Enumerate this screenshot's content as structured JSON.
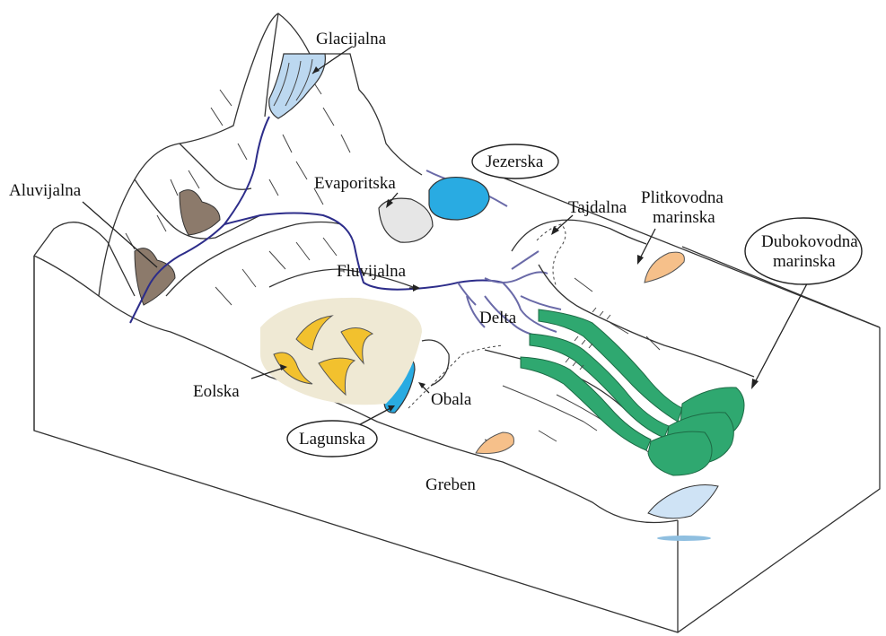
{
  "labels": {
    "glacijalna": "Glacijalna",
    "jezerska": "Jezerska",
    "evaporitska": "Evaporitska",
    "aluvijalna": "Aluvijalna",
    "tajdalna": "Tajdalna",
    "plitkovodna_line1": "Plitkovodna",
    "plitkovodna_line2": "marinska",
    "dubokovodna_line1": "Dubokovodna",
    "dubokovodna_line2": "marinska",
    "fluvijalna": "Fluvijalna",
    "delta": "Delta",
    "eolska": "Eolska",
    "obala": "Obala",
    "lagunska": "Lagunska",
    "greben": "Greben"
  },
  "colors": {
    "outline": "#333333",
    "river": "#2d2d8a",
    "glacier": "#bcd8f0",
    "lake": "#29abe2",
    "alluvial_fan": "#8c7a6b",
    "dune_field": "#efe9d4",
    "dune": "#f2c12e",
    "submarine_fan": "#2fa870",
    "shelf_reef": "#f6c08a",
    "evaporite": "#e6e6e6"
  }
}
